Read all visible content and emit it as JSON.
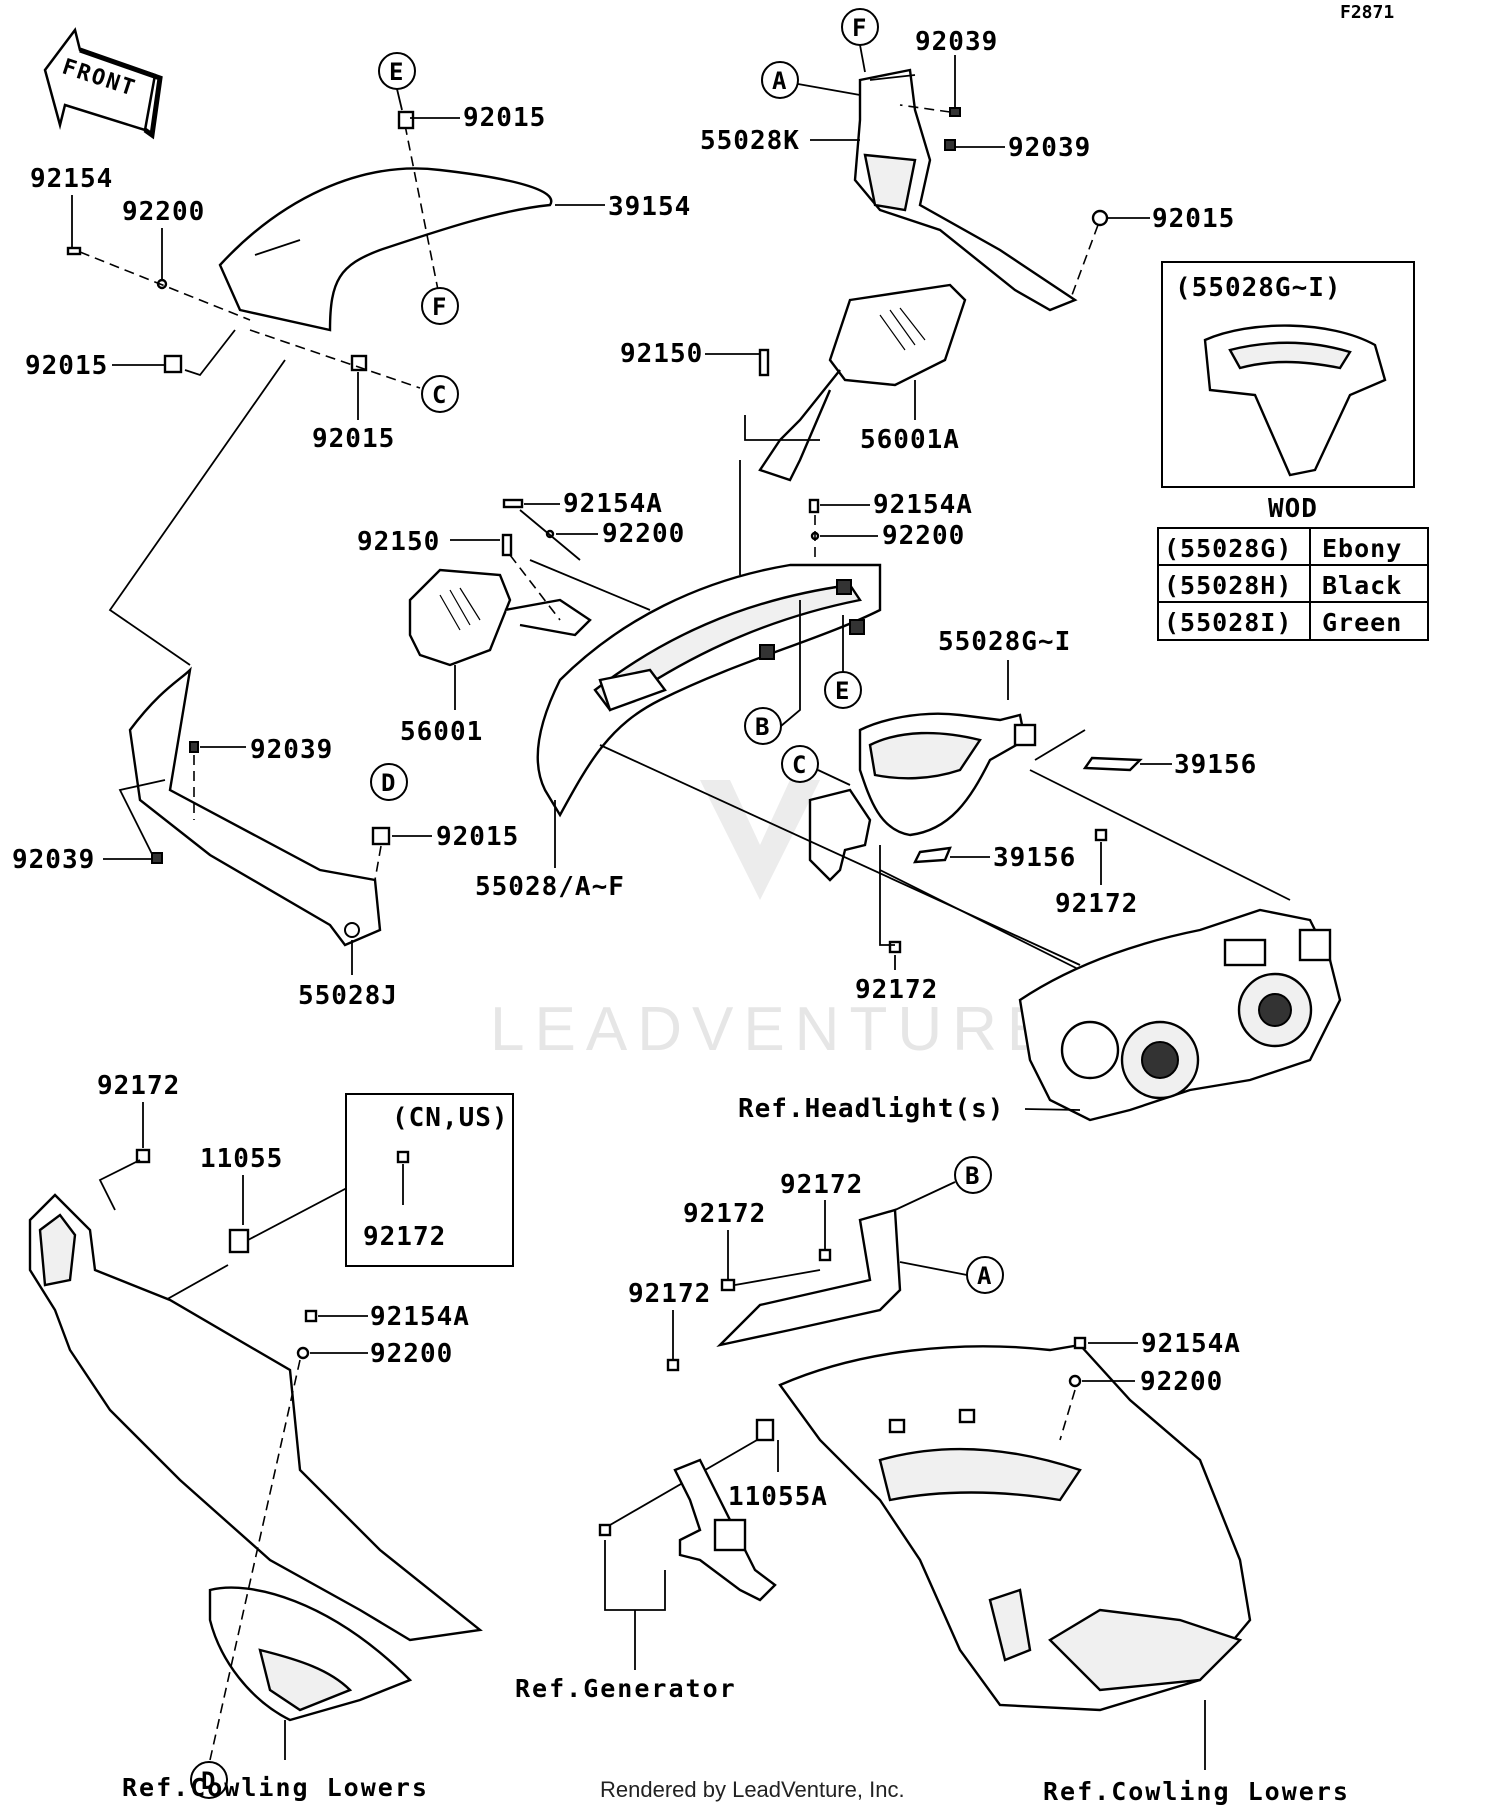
{
  "figure_id": "F2871",
  "front_arrow_label": "FRONT",
  "watermark": "LEADVENTURE",
  "credit": "Rendered by LeadVenture, Inc.",
  "callouts": {
    "A": "A",
    "B": "B",
    "C": "C",
    "D": "D",
    "E": "E",
    "F": "F"
  },
  "parts": {
    "p92015_top": "92015",
    "p39154": "39154",
    "p92154": "92154",
    "p92200_left": "92200",
    "p92015_left": "92015",
    "p92015_mid": "92015",
    "p92039_top": "92039",
    "p55028K": "55028K",
    "p92039_mid": "92039",
    "p92015_right": "92015",
    "p92150_top": "92150",
    "p56001A": "56001A",
    "p92154A_a": "92154A",
    "p92200_a": "92200",
    "p92150_mid": "92150",
    "p92154A_b": "92154A",
    "p92200_b": "92200",
    "p56001": "56001",
    "p92039_left": "92039",
    "p92015_d": "92015",
    "p92039_far": "92039",
    "p55028J": "55028J",
    "p55028AF": "55028/A~F",
    "p55028GI": "55028G~I",
    "p39156_a": "39156",
    "p39156_b": "39156",
    "p92172_a": "92172",
    "p92172_b": "92172",
    "p92172_left": "92172",
    "p11055": "11055",
    "p92172_cnus": "92172",
    "p92154A_c": "92154A",
    "p92200_c": "92200",
    "p92172_r1": "92172",
    "p92172_r2": "92172",
    "p92172_r3": "92172",
    "p92154A_d": "92154A",
    "p92200_d": "92200",
    "p11055A": "11055A"
  },
  "refs": {
    "headlight": "Ref.Headlight(s)",
    "generator": "Ref.Generator",
    "cowling_left": "Ref.Cowling Lowers",
    "cowling_right": "Ref.Cowling Lowers"
  },
  "region_box": {
    "label": "(CN,US)"
  },
  "inset": {
    "title": "(55028G~I)",
    "caption": "WOD",
    "rows": [
      {
        "code": "(55028G)",
        "color": "Ebony"
      },
      {
        "code": "(55028H)",
        "color": "Black"
      },
      {
        "code": "(55028I)",
        "color": "Green"
      }
    ]
  }
}
